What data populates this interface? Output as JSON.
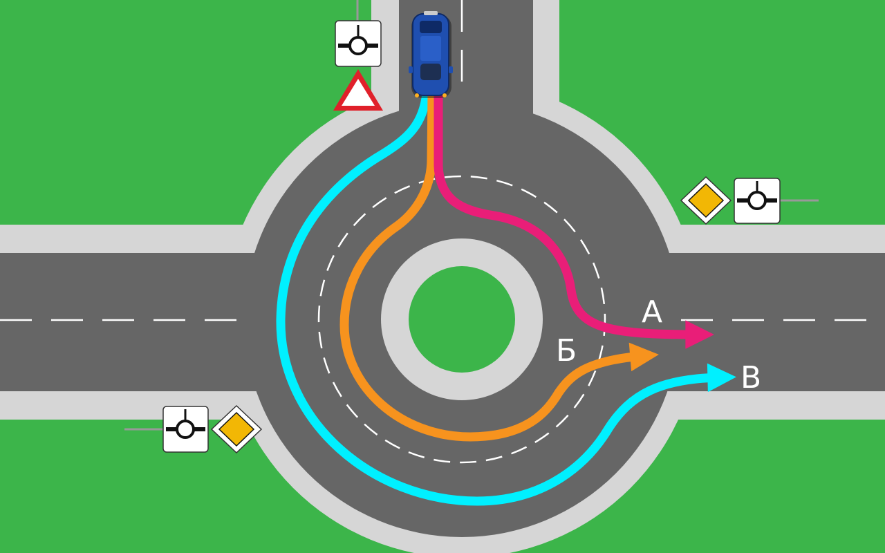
{
  "scene": {
    "description_role": "roundabout-traffic-diagram",
    "colors": {
      "grass": "#3cb54a",
      "asphalt": "#666666",
      "curb": "#d6d6d6",
      "lane_marking": "#ffffff",
      "car_body": "#1f4fb0",
      "sign_yellow": "#f2b705",
      "sign_red": "#e0202a"
    }
  },
  "routes": [
    {
      "id": "a",
      "label": "А",
      "color": "#e91e78"
    },
    {
      "id": "b",
      "label": "Б",
      "color": "#f7931e"
    },
    {
      "id": "v",
      "label": "В",
      "color": "#00f0ff"
    }
  ],
  "signs": {
    "roundabout_icon": "roundabout-sign-icon",
    "priority_icon": "priority-road-sign-icon",
    "yield_icon": "yield-sign-icon"
  }
}
